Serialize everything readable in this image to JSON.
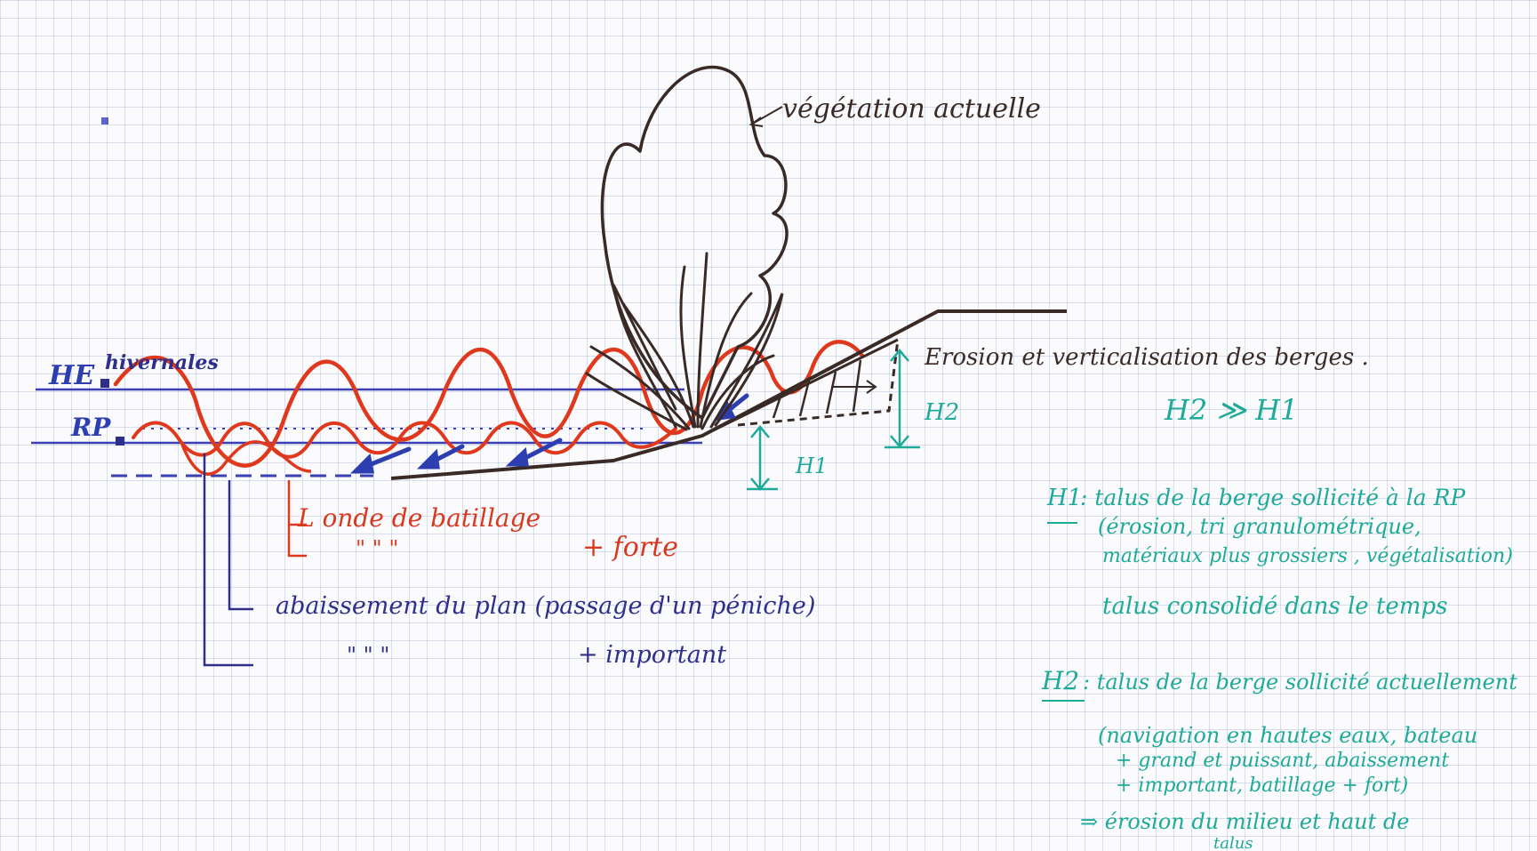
{
  "colors": {
    "grid": "#96aacd",
    "water_line": "#3a3fb5",
    "wave": "#e0381c",
    "bank": "#3a2a26",
    "annotation_teal": "#1eaa98",
    "label_navy": "#2e2f8a"
  },
  "levels": {
    "he_label": "HE",
    "he_note": "hivernales",
    "rp_label": "RP"
  },
  "vegetation": {
    "label": "végétation actuelle"
  },
  "erosion": {
    "title": "Erosion et verticalisation des berges .",
    "h2_tag": "H2",
    "h1_tag": "H1",
    "relation": "H2 ≫ H1"
  },
  "legend": {
    "line1": "L onde de batillage",
    "line2_ditto": "\"   \"   \"",
    "line2_extra": "+ forte",
    "line3": "abaissement du plan (passage d'un péniche)",
    "line4_ditto": "\"        \"    \"",
    "line4_extra": "+ important"
  },
  "notes": {
    "h1_key": "H1",
    "h1_line1": ": talus de la berge sollicité à la RP",
    "h1_line2": "(érosion, tri granulométrique,",
    "h1_line3": "matériaux plus grossiers , végétalisation)",
    "h1_line4": "talus consolidé dans le temps",
    "h2_key": "H2",
    "h2_line1": ": talus de la berge sollicité actuellement",
    "h2_line2": "(navigation en hautes eaux, bateau",
    "h2_line3": "+ grand et puissant, abaissement",
    "h2_line4": "+ important, batillage + fort)",
    "h2_line5": "⇒ érosion du milieu et haut de",
    "h2_line6": "talus"
  }
}
